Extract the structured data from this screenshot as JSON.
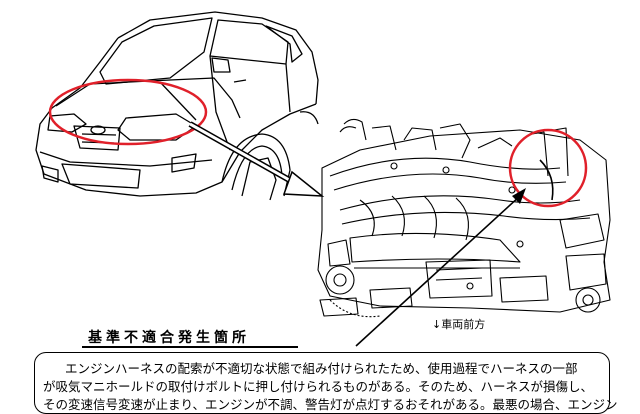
{
  "labels": {
    "front_arrow_label": "↓車両前方",
    "section_title": "基準不適合発生箇所"
  },
  "notice": {
    "lines": [
      "エンジンハーネスの配索が不適切な状態で組み付けられたため、使用過程でハーネスの一部",
      "が吸気マニホールドの取付けボルトに押し付けられるものがある。そのため、ハーネスが損傷し、",
      "その変速信号変速が止まり、エンジンが不調、警告灯が点灯するおそれがある。最悪の場合、エンジンが停"
    ]
  },
  "colors": {
    "highlight": "#e0202a",
    "ink": "#000000"
  }
}
